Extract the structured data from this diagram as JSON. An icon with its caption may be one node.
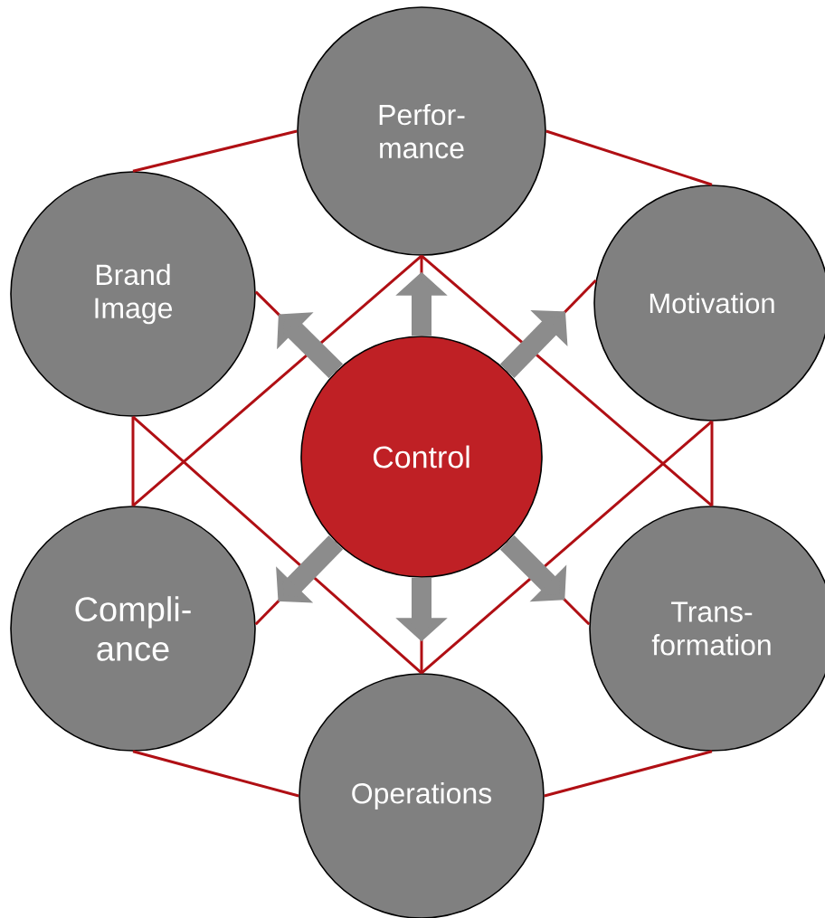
{
  "diagram": {
    "nodes": [
      {
        "text": [
          "Perfor- mance"
        ]
      },
      {
        "text": [
          "Brand Image"
        ]
      },
      {
        "text": [
          "Motivation"
        ]
      },
      {
        "text": [
          "Control"
        ]
      },
      {
        "text": [
          "Compli- ance"
        ]
      },
      {
        "text": [
          "Trans- formation"
        ]
      },
      {
        "text": [
          "Operations"
        ]
      }
    ],
    "edges": [
      {
        "from": 3,
        "to": 0,
        "arrow": "to",
        "style": "thick",
        "color": "#8c8c8c"
      },
      {
        "from": 3,
        "to": 1,
        "arrow": "to",
        "style": "thick",
        "color": "#8c8c8c"
      },
      {
        "from": 3,
        "to": 2,
        "arrow": "to",
        "style": "thick",
        "color": "#8c8c8c"
      },
      {
        "from": 3,
        "to": 4,
        "arrow": "to",
        "style": "thick",
        "color": "#8c8c8c"
      },
      {
        "from": 3,
        "to": 5,
        "arrow": "to",
        "style": "thick",
        "color": "#8c8c8c"
      },
      {
        "from": 3,
        "to": 6,
        "arrow": "to",
        "style": "thick",
        "color": "#8c8c8c"
      },
      {
        "from": 0,
        "to": 1,
        "arrow": "none"
      },
      {
        "from": 0,
        "to": 2,
        "arrow": "none"
      },
      {
        "from": 2,
        "to": 5,
        "arrow": "none"
      },
      {
        "from": 5,
        "to": 6,
        "arrow": "none"
      },
      {
        "from": 6,
        "to": 4,
        "arrow": "none"
      },
      {
        "from": 4,
        "to": 1,
        "arrow": "none"
      },
      {
        "from": 0,
        "to": 4,
        "arrow": "none"
      },
      {
        "from": 0,
        "to": 5,
        "arrow": "none"
      },
      {
        "from": 6,
        "to": 1,
        "arrow": "none"
      },
      {
        "from": 6,
        "to": 2,
        "arrow": "none"
      },
      {
        "from": 1,
        "to": 3,
        "arrow": "none"
      },
      {
        "from": 3,
        "to": 5,
        "arrow": "none"
      },
      {
        "from": 2,
        "to": 3,
        "arrow": "none"
      },
      {
        "from": 3,
        "to": 4,
        "arrow": "none"
      },
      {
        "from": 0,
        "to": 3,
        "arrow": "none"
      },
      {
        "from": 3,
        "to": 6,
        "arrow": "none"
      }
    ]
  }
}
